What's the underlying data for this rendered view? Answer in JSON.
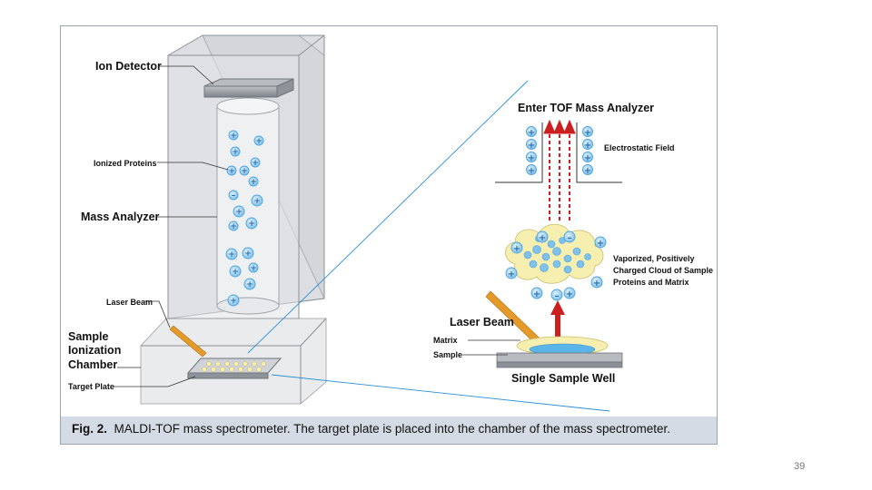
{
  "labels": {
    "ion_detector": "Ion Detector",
    "ionized_proteins": "Ionized Proteins",
    "mass_analyzer": "Mass Analyzer",
    "laser_beam_small": "Laser Beam",
    "chamber_line1": "Sample",
    "chamber_line2": "Ionization",
    "chamber_line3": "Chamber",
    "target_plate": "Target Plate",
    "enter_tof": "Enter TOF Mass Analyzer",
    "electrostatic_field": "Electrostatic Field",
    "cloud_line1": "Vaporized, Positively",
    "cloud_line2": "Charged Cloud of Sample",
    "cloud_line3": "Proteins and Matrix",
    "laser_beam": "Laser Beam",
    "matrix": "Matrix",
    "sample": "Sample",
    "single_sample_well": "Single Sample Well"
  },
  "caption": {
    "fig_label": "Fig. 2.",
    "text": "MALDI-TOF mass spectrometer. The target plate is placed into the chamber of the mass spectrometer."
  },
  "symbols": {
    "plus": "+",
    "minus": "–"
  },
  "page_number": "39",
  "colors": {
    "glass": "#c9ccd1",
    "ion_blue": "#4aa3e0",
    "arrow_red": "#cc1f1f",
    "laser_orange": "#e39a2a",
    "cloud_yellow": "#f6efb0",
    "zoom_line": "#2a8fd6"
  }
}
